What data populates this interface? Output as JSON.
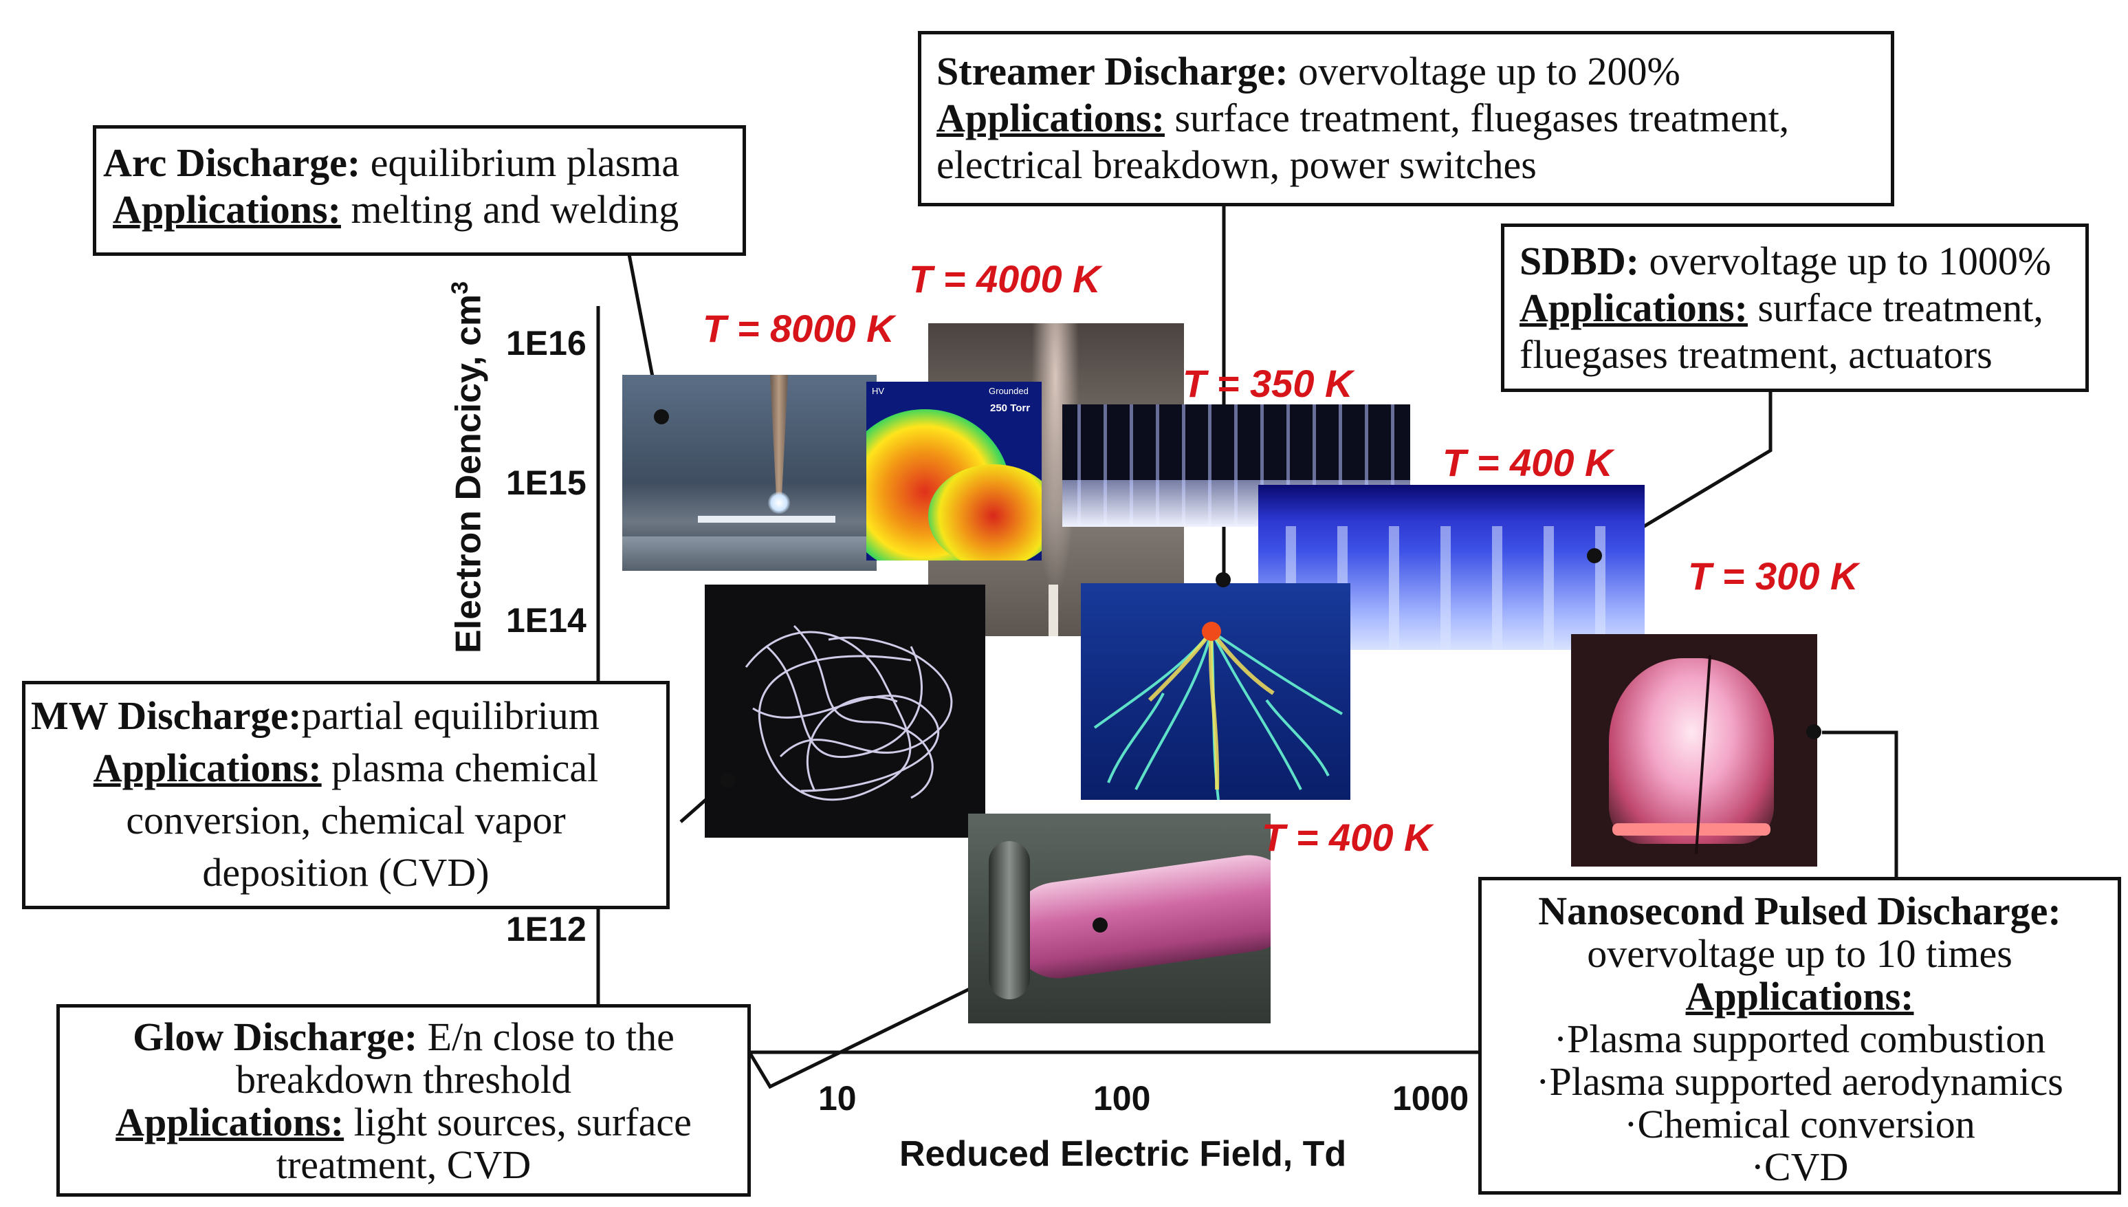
{
  "y_axis": {
    "title": "Electron Dencicy, cm",
    "title_sup": "3",
    "ticks": [
      "1E16",
      "1E15",
      "1E14",
      "1E12"
    ]
  },
  "x_axis": {
    "title": "Reduced Electric Field, Td",
    "ticks": [
      "10",
      "100",
      "1000"
    ]
  },
  "temperatures": {
    "arc": "T = 8000 K",
    "torch": "T = 4000 K",
    "streamer": "T = 350 K",
    "sdbd": "T = 400 K",
    "nanosecond": "T = 300 K",
    "glow": "T = 400 K"
  },
  "boxes": {
    "arc": {
      "name": "Arc Discharge:",
      "desc": " equilibrium plasma",
      "app_label": "Applications:",
      "app_text": " melting and welding"
    },
    "streamer": {
      "name": "Streamer Discharge:",
      "desc": " overvoltage up to 200%",
      "app_label": "Applications:",
      "app_text": " surface treatment, fluegases treatment,",
      "app_text2": "electrical breakdown, power switches"
    },
    "sdbd": {
      "name": "SDBD:",
      "desc": " overvoltage up to 1000%",
      "app_label": "Applications:",
      "app_text": " surface treatment,",
      "app_text2": "fluegases treatment, actuators"
    },
    "mw": {
      "name": "MW Discharge:",
      "desc": "partial equilibrium",
      "app_label": "Applications:",
      "app_text": " plasma chemical",
      "app_text2": "conversion, chemical vapor",
      "app_text3": "deposition (CVD)"
    },
    "glow": {
      "name": "Glow Discharge:",
      "desc": " E/n close to the",
      "desc2": "breakdown threshold",
      "app_label": "Applications:",
      "app_text": " light sources, surface",
      "app_text2": "treatment, CVD"
    },
    "nanosecond": {
      "name": "Nanosecond Pulsed Discharge:",
      "desc": "overvoltage up to 10 times",
      "app_label": "Applications:",
      "items": [
        "·Plasma supported combustion",
        "·Plasma supported aerodynamics",
        "·Chemical conversion",
        "·CVD"
      ]
    }
  },
  "photo_labels": {
    "heatmap_left": "HV",
    "heatmap_right": "Grounded",
    "heatmap_pressure": "250 Torr"
  }
}
